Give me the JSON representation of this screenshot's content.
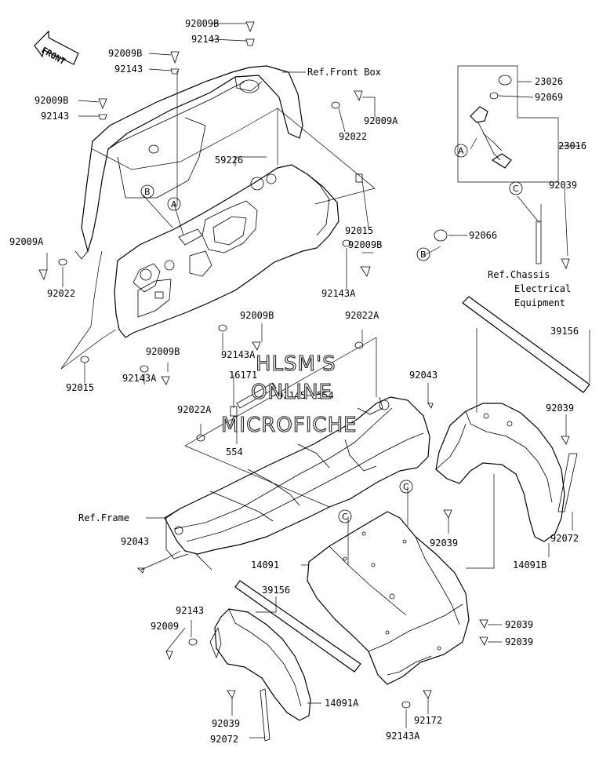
{
  "front_arrow": {
    "text": "FRONT"
  },
  "callouts": [
    "A",
    "B",
    "C"
  ],
  "labels": [
    {
      "id": "l1",
      "text": "92009B"
    },
    {
      "id": "l2",
      "text": "92143"
    },
    {
      "id": "l3",
      "text": "92009B"
    },
    {
      "id": "l4",
      "text": "92143"
    },
    {
      "id": "l5",
      "text": "Ref.Front Box"
    },
    {
      "id": "l6",
      "text": "92009B"
    },
    {
      "id": "l7",
      "text": "92143"
    },
    {
      "id": "l8",
      "text": "92009A"
    },
    {
      "id": "l9",
      "text": "92022"
    },
    {
      "id": "l10",
      "text": "59226"
    },
    {
      "id": "l11",
      "text": "92015"
    },
    {
      "id": "l12",
      "text": "92009B"
    },
    {
      "id": "l13",
      "text": "92143A"
    },
    {
      "id": "l14",
      "text": "92009A"
    },
    {
      "id": "l15",
      "text": "92022"
    },
    {
      "id": "l16",
      "text": "92009B"
    },
    {
      "id": "l17",
      "text": "92022A"
    },
    {
      "id": "l18",
      "text": "92143A"
    },
    {
      "id": "l19",
      "text": "92009B"
    },
    {
      "id": "l20",
      "text": "92015"
    },
    {
      "id": "l21",
      "text": "92143A"
    },
    {
      "id": "l22",
      "text": "16171"
    },
    {
      "id": "l23",
      "text": "92145"
    },
    {
      "id": "l24",
      "text": "554"
    },
    {
      "id": "l25",
      "text": "92022A"
    },
    {
      "id": "l26",
      "text": "554"
    },
    {
      "id": "l27",
      "text": "92043"
    },
    {
      "id": "l28",
      "text": "23026"
    },
    {
      "id": "l29",
      "text": "92069"
    },
    {
      "id": "l30",
      "text": "23016"
    },
    {
      "id": "l31",
      "text": "92039"
    },
    {
      "id": "l32",
      "text": "92066"
    },
    {
      "id": "l33",
      "text": "Ref.Chassis"
    },
    {
      "id": "l34",
      "text": "Electrical"
    },
    {
      "id": "l35",
      "text": "Equipment"
    },
    {
      "id": "l36",
      "text": "39156"
    },
    {
      "id": "l37",
      "text": "92039"
    },
    {
      "id": "l38",
      "text": "92072"
    },
    {
      "id": "l39",
      "text": "14091B"
    },
    {
      "id": "l40",
      "text": "Ref.Frame"
    },
    {
      "id": "l41",
      "text": "92043"
    },
    {
      "id": "l42",
      "text": "92039"
    },
    {
      "id": "l43",
      "text": "14091"
    },
    {
      "id": "l44",
      "text": "39156"
    },
    {
      "id": "l45",
      "text": "92143"
    },
    {
      "id": "l46",
      "text": "92009"
    },
    {
      "id": "l47",
      "text": "92039"
    },
    {
      "id": "l48",
      "text": "92039"
    },
    {
      "id": "l49",
      "text": "14091A"
    },
    {
      "id": "l50",
      "text": "92039"
    },
    {
      "id": "l51",
      "text": "92072"
    },
    {
      "id": "l52",
      "text": "92172"
    },
    {
      "id": "l53",
      "text": "92143A"
    }
  ],
  "watermark": {
    "line1": "HLSM'S",
    "line2": "ONLINE",
    "line3": "MICROFICHE"
  }
}
